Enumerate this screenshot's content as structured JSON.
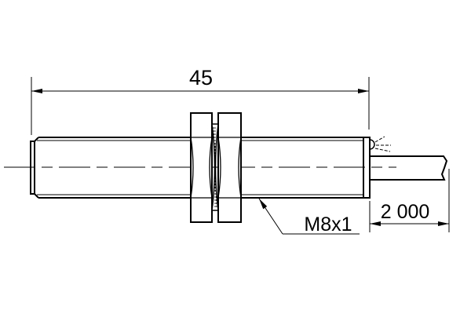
{
  "drawing": {
    "overall_length": "45",
    "thread": "M8x1",
    "cable_length": "2 000",
    "line_color": "#000000",
    "background": "#ffffff"
  }
}
